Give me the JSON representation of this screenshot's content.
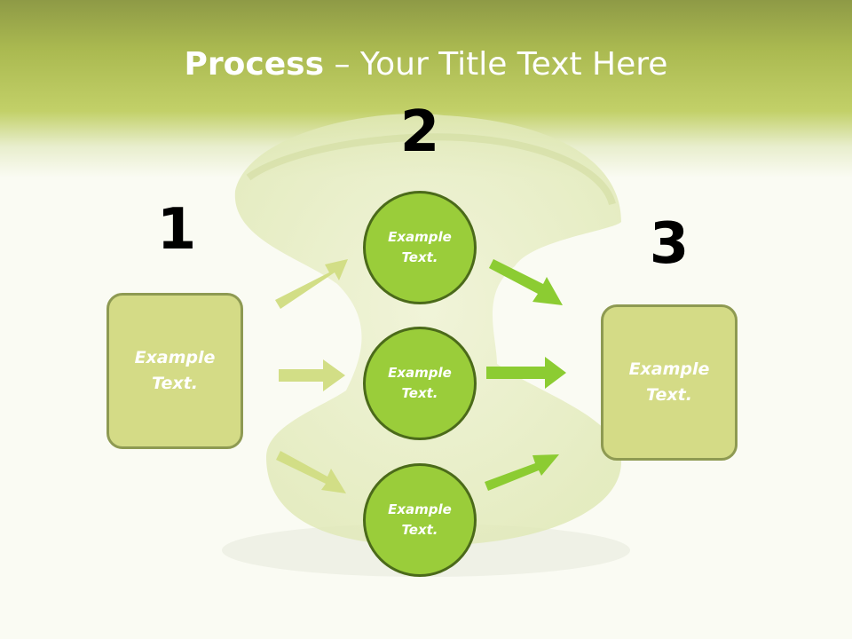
{
  "slide": {
    "title_bold": "Process",
    "title_rest": " – Your Title Text Here"
  },
  "steps": [
    {
      "number": "1",
      "text": "Example Text."
    },
    {
      "number": "2",
      "text": "Example Text."
    },
    {
      "number": "3",
      "text": "Example Text."
    }
  ],
  "middle_circles": [
    {
      "text": "Example Text."
    },
    {
      "text": "Example Text."
    },
    {
      "text": "Example Text."
    }
  ],
  "colors": {
    "header_green": "#aab950",
    "box_fill": "#d4db86",
    "circle_fill": "#9acd3a",
    "arrow_light": "#d2de86",
    "arrow_bright": "#8ccc32"
  }
}
